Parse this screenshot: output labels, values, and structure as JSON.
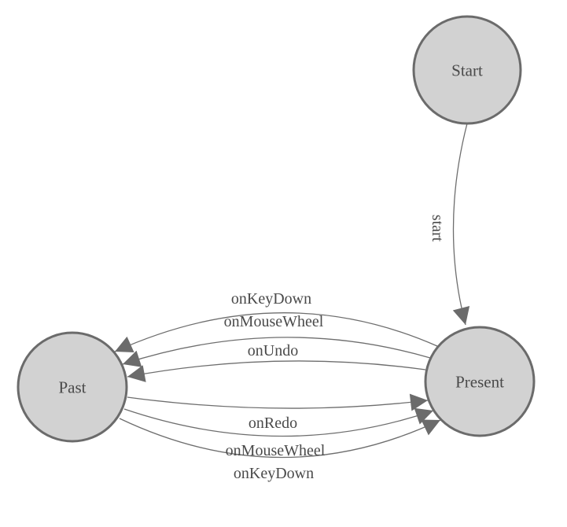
{
  "colors": {
    "node-fill": "#d2d2d2",
    "node-stroke": "#6b6b6b",
    "edge-stroke": "#6e6e6e",
    "arrow-fill": "#6b6b6b",
    "label-color": "#4a4a4a",
    "background": "#ffffff"
  },
  "diagram": {
    "type": "state-machine-graph",
    "nodes": [
      {
        "id": "start",
        "label": "Start"
      },
      {
        "id": "present",
        "label": "Present"
      },
      {
        "id": "past",
        "label": "Past"
      }
    ],
    "edges": [
      {
        "from": "Start",
        "to": "Present",
        "label": "start"
      },
      {
        "from": "Present",
        "to": "Past",
        "label": "onKeyDown"
      },
      {
        "from": "Present",
        "to": "Past",
        "label": "onMouseWheel"
      },
      {
        "from": "Present",
        "to": "Past",
        "label": "onUndo"
      },
      {
        "from": "Past",
        "to": "Present",
        "label": "onRedo"
      },
      {
        "from": "Past",
        "to": "Present",
        "label": "onMouseWheel"
      },
      {
        "from": "Past",
        "to": "Present",
        "label": "onKeyDown"
      }
    ]
  }
}
